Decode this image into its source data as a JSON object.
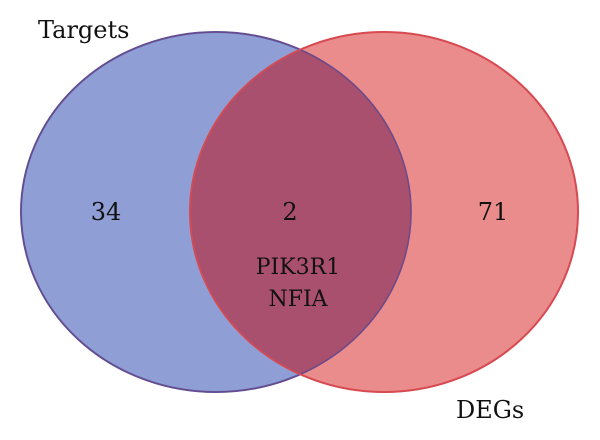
{
  "sets": {
    "left": {
      "name": "Targets",
      "only_count": "34",
      "fill": "#7b8dcc",
      "stroke": "#5566b5"
    },
    "right": {
      "name": "DEGs",
      "only_count": "71",
      "fill": "#e88080",
      "stroke": "#d84a52"
    }
  },
  "intersection": {
    "count": "2",
    "genes": [
      "PIK3R1",
      "NFIA"
    ],
    "fill": "#a8506e"
  }
}
